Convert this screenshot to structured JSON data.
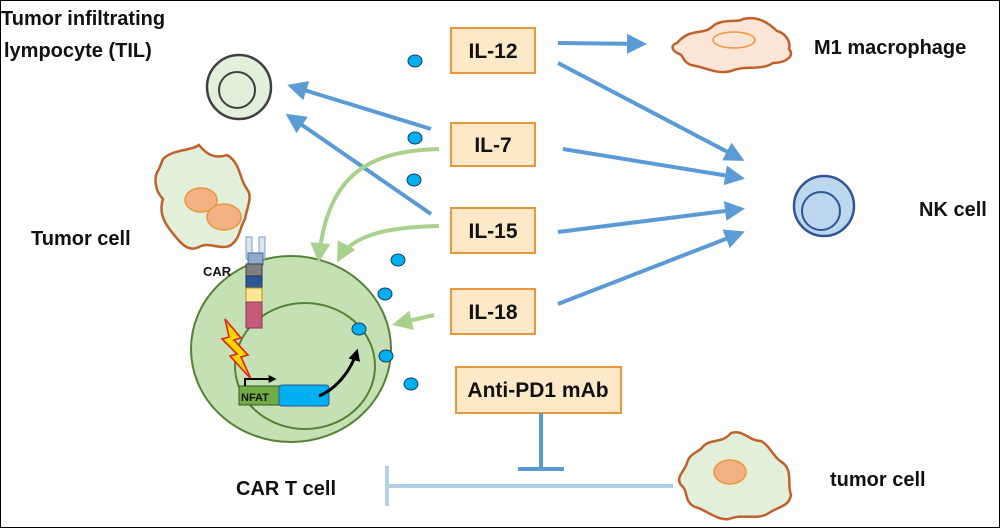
{
  "labels": {
    "til_line1": "Tumor infiltrating",
    "til_line2": "lympocyte (TIL)",
    "m1": "M1 macrophage",
    "nk": "NK cell",
    "tumor_cell_left": "Tumor cell",
    "car": "CAR",
    "nfat": "NFAT",
    "car_t": "CAR T cell",
    "tumor_cell_right": "tumor cell"
  },
  "cytokines": [
    "IL-12",
    "IL-7",
    "IL-15",
    "IL-18"
  ],
  "antibody": "Anti-PD1 mAb",
  "colors": {
    "box_fill": "#fde9c8",
    "box_border": "#e8963c",
    "blue_arrow": "#5b9bd5",
    "green_arrow": "#a9d18e",
    "inhibit_light": "#b4cfe8",
    "car_t_outer": "#c5e0b4",
    "car_t_border": "#548235",
    "tumor_outline": "#c0612b",
    "tumor_fill": "#e2efda",
    "nucleus_fill": "#f4b183",
    "dot_fill": "#00b0f0",
    "nk_fill": "#bdd7ee",
    "nk_border": "#2f5597"
  }
}
